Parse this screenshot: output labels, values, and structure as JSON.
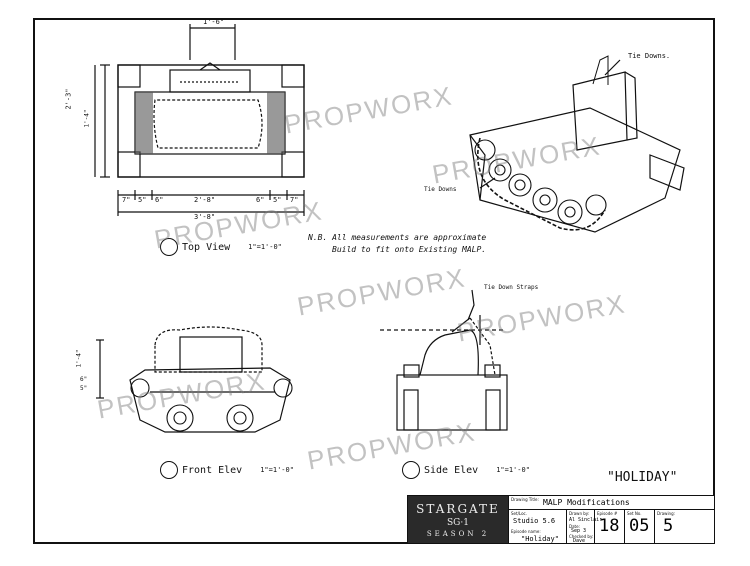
{
  "drawing": {
    "views": {
      "top": {
        "label": "Top View",
        "scale": "1\"=1'-0\""
      },
      "front": {
        "label": "Front Elev",
        "scale": "1\"=1'-0\""
      },
      "side": {
        "label": "Side Elev",
        "scale": "1\"=1'-0\""
      }
    },
    "notes": {
      "nb_line1": "N.B.  All measurements are approximate",
      "nb_line2": "Build to fit onto Existing MALP.",
      "tie_downs_top": "Tie Downs.",
      "tie_downs_side": "Tie Downs",
      "tie_down_straps": "Tie Down Straps",
      "episode_label": "\"HOLIDAY\""
    },
    "dimensions": {
      "top_width": "1'-6\"",
      "overall_length": "2'-3\"",
      "inner_length": "2'-8\"",
      "overall_width": "3'-8\"",
      "left_height": "2'-3\"",
      "mid_height": "1'-4\"",
      "seg_a": "7\"",
      "seg_b": "5\"",
      "seg_c": "6\"",
      "seg_d": "6\"",
      "seg_e": "5\"",
      "seg_f": "7\"",
      "front_h1": "1'-4\"",
      "front_h2": "6\"",
      "front_h3": "5\""
    },
    "watermark": "PROPWORX"
  },
  "title_block": {
    "logo_line1": "STARGATE",
    "logo_line2": "SG·1",
    "logo_line3": "SEASON 2",
    "drawing_title_caption": "Drawing Title:",
    "drawing_title": "MALP Modifications",
    "set_caption": "Set/Loc.",
    "set_value": "Studio 5.6",
    "episode_name_caption": "Episode name:",
    "episode_name": "\"Holiday\"",
    "drawn_by_caption": "Drawn by:",
    "drawn_by": "Al Sinclair",
    "date_caption": "Date:",
    "date": "Sep 3",
    "checked_caption": "Checked by:",
    "checked": "Dave",
    "episode_no_caption": "Episode #",
    "episode_no": "18",
    "set_no_caption": "Set No.",
    "set_no": "05",
    "drawing_no_caption": "Drawing:",
    "drawing_no": "5"
  }
}
